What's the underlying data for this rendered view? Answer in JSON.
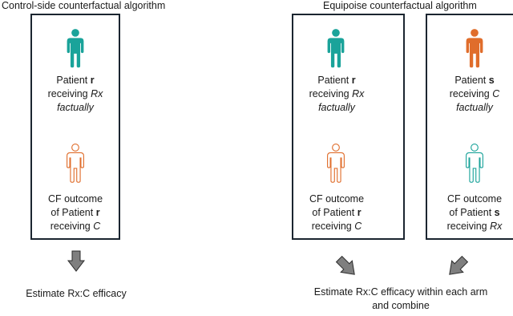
{
  "titles": {
    "control_side": "Control-side counterfactual algorithm",
    "equipoise": "Equipoise counterfactual algorithm"
  },
  "colors": {
    "teal": "#1aa39a",
    "orange": "#e06d2b",
    "box_border": "#1b2530",
    "arrow_fill": "#7f7f7f"
  },
  "panels": {
    "control_r": {
      "factual": {
        "line1": "Patient ",
        "id": "r",
        "line2": "receiving ",
        "tx": "Rx",
        "line3": "factually"
      },
      "cf": {
        "line1": "CF outcome",
        "line2": "of Patient ",
        "id": "r",
        "line3": "receiving ",
        "tx": "C"
      }
    },
    "equipoise_r": {
      "factual": {
        "line1": "Patient ",
        "id": "r",
        "line2": "receiving ",
        "tx": "Rx",
        "line3": "factually"
      },
      "cf": {
        "line1": "CF outcome",
        "line2": "of Patient ",
        "id": "r",
        "line3": "receiving ",
        "tx": "C"
      }
    },
    "equipoise_s": {
      "factual": {
        "line1": "Patient ",
        "id": "s",
        "line2": "receiving ",
        "tx": "C",
        "line3": "factually"
      },
      "cf": {
        "line1": "CF outcome",
        "line2": "of Patient ",
        "id": "s",
        "line3": "receiving ",
        "tx": "Rx"
      }
    }
  },
  "captions": {
    "control_side": "Estimate Rx:C efficacy",
    "equipoise_line1": "Estimate Rx:C efficacy within each arm",
    "equipoise_line2": "and combine"
  },
  "icons": {
    "solid_person": "person-solid-icon",
    "outline_person": "person-outline-icon",
    "arrow_down": "arrow-down-icon",
    "arrow_diag_right": "arrow-down-right-icon",
    "arrow_diag_left": "arrow-down-left-icon"
  }
}
